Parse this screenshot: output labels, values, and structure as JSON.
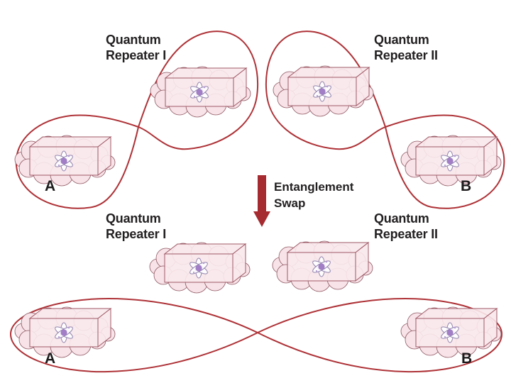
{
  "diagram": {
    "top_section": {
      "repeater1": {
        "line1": "Quantum",
        "line2": "Repeater I"
      },
      "repeater2": {
        "line1": "Quantum",
        "line2": "Repeater II"
      },
      "node_a_label": "A",
      "node_b_label": "B"
    },
    "swap_arrow": {
      "line1": "Entanglement",
      "line2": "Swap"
    },
    "bottom_section": {
      "repeater1": {
        "line1": "Quantum",
        "line2": "Repeater I"
      },
      "repeater2": {
        "line1": "Quantum",
        "line2": "Repeater II"
      },
      "node_a_label": "A",
      "node_b_label": "B"
    },
    "icons": {
      "node": "quantum-memory-box-on-cloud",
      "atom": "atom-icon",
      "arrow": "down-arrow-icon",
      "loop": "entanglement-figure-eight-loop"
    },
    "colors": {
      "background": "#ffffff",
      "loop_stroke": "#AE3237",
      "arrow_fill": "#A62B30",
      "text": "#232021",
      "box_fill": "#F8E8EC",
      "box_stroke": "#A05A66",
      "cloud_fill": "#F7E3E8",
      "cloud_stroke": "#8F5763",
      "atom_orbit": "#9184AE",
      "atom_nucleus": "#9C77C2"
    }
  }
}
